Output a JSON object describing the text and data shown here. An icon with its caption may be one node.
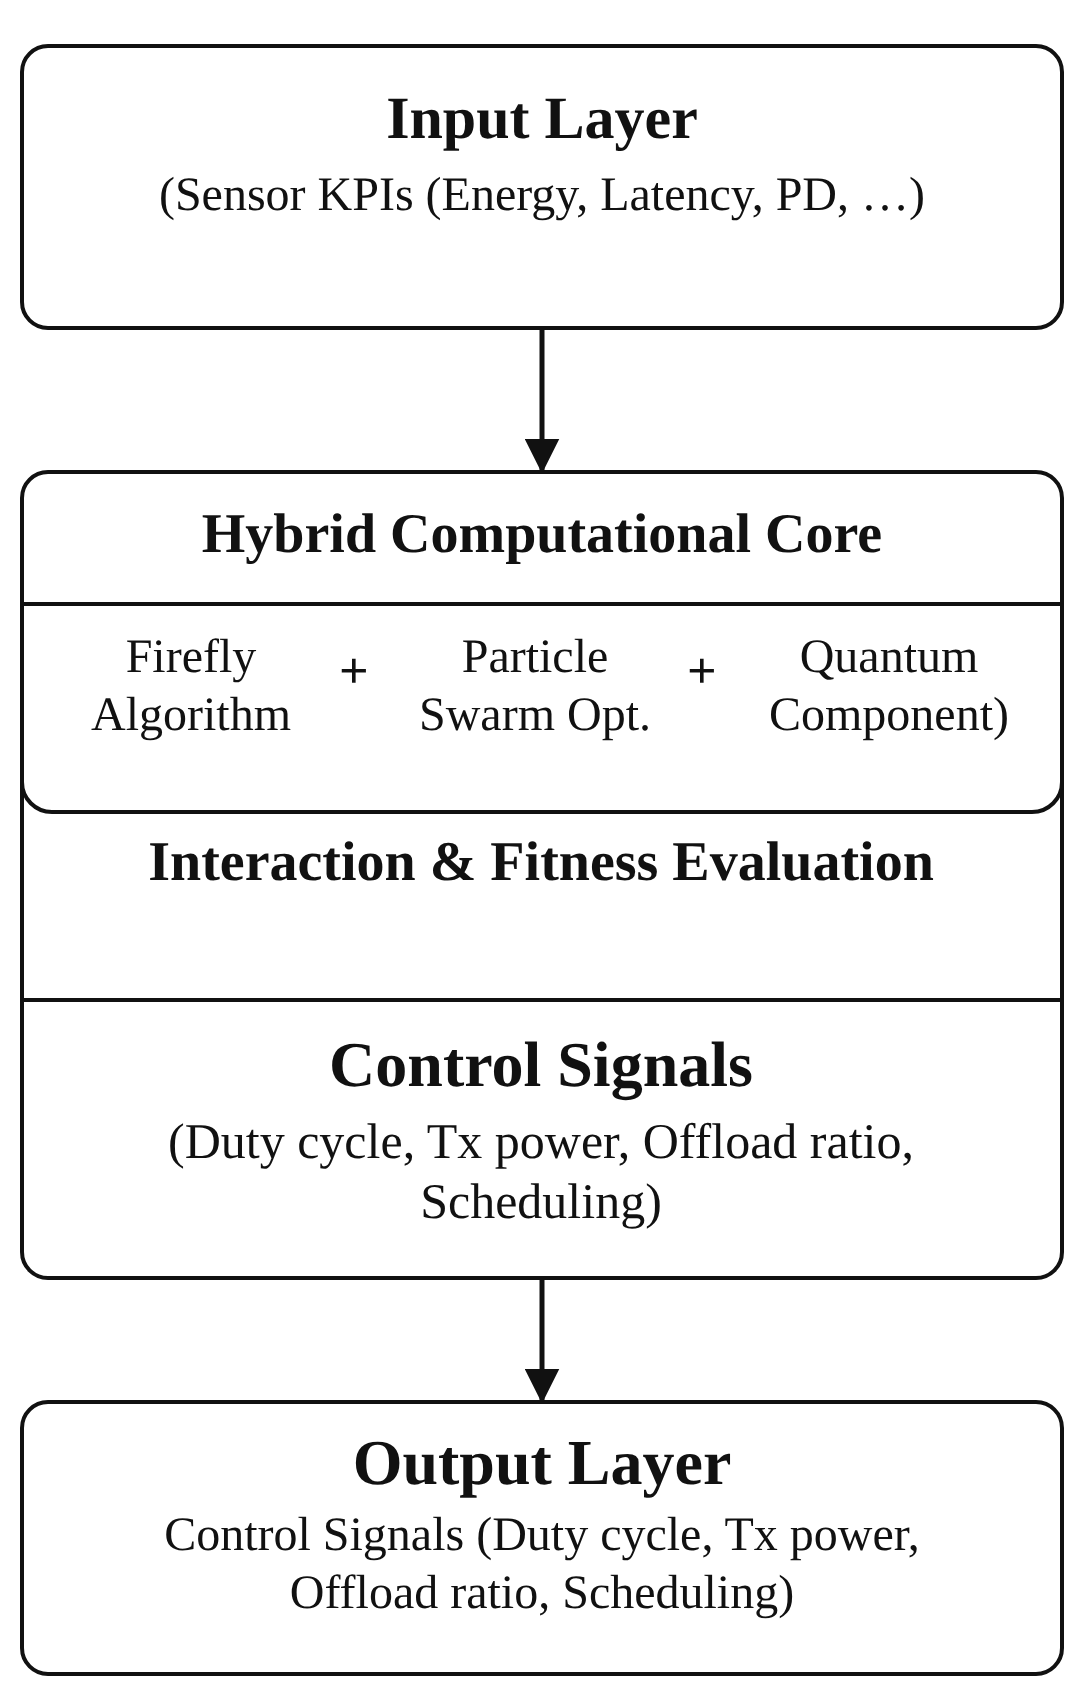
{
  "diagram": {
    "nodes": [
      {
        "text": [
          "Input Layer",
          "(Sensor KPIs (Energy, Latency, PD, …)"
        ]
      },
      {
        "text": [
          "Hybrid Computational Core"
        ]
      },
      {
        "text": [
          "Firefly Algorithm",
          "Particle Swarm Opt.",
          "Quantum Component)"
        ],
        "in": 1
      },
      {
        "text": [
          "Interaction & Fitness Evaluation"
        ],
        "in": 1
      },
      {
        "text": [
          "Control Signals",
          "(Duty cycle, Tx power, Offload ratio, Scheduling)"
        ],
        "in": 1
      },
      {
        "text": [
          "Output Layer",
          "Control Signals (Duty cycle, Tx power, Offload ratio, Scheduling)"
        ]
      }
    ],
    "edges": [
      {
        "from": 0,
        "to": 1,
        "arrow": "to"
      },
      {
        "from": 1,
        "to": 5,
        "arrow": "to"
      }
    ],
    "labels": [
      "+",
      "+"
    ]
  }
}
